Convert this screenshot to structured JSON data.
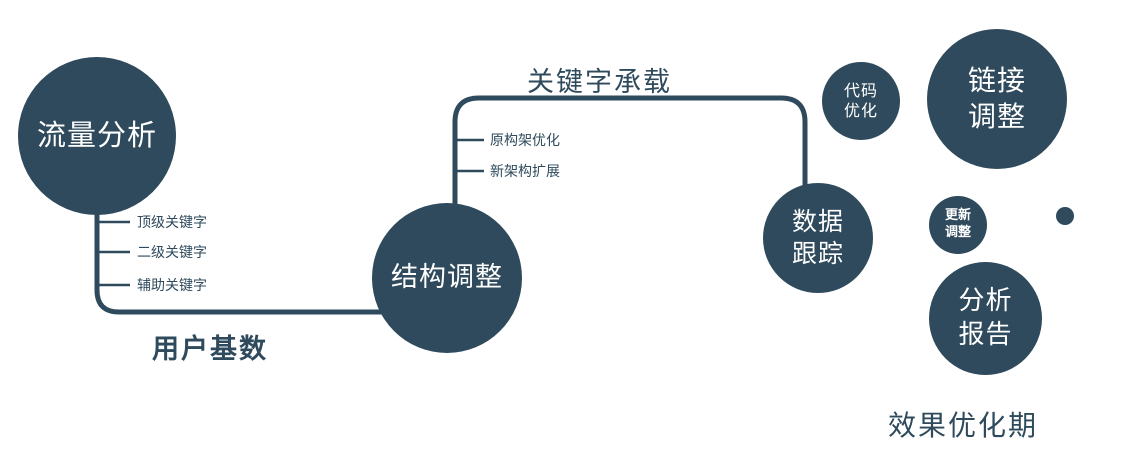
{
  "colors": {
    "primary": "#2e4a5c",
    "node_text": "#ffffff",
    "background": "#ffffff"
  },
  "nodes": {
    "traffic_analysis": {
      "label": "流量分析"
    },
    "structure_adjust": {
      "label": "结构调整"
    },
    "data_tracking": {
      "line1": "数据",
      "line2": "跟踪"
    },
    "code_optimization": {
      "line1": "代码",
      "line2": "优化"
    },
    "link_adjustment": {
      "line1": "链接",
      "line2": "调整"
    },
    "update_adjustment": {
      "line1": "更新",
      "line2": "调整"
    },
    "analysis_report": {
      "line1": "分析",
      "line2": "报告"
    }
  },
  "edge_labels": {
    "user_base": "用户基数",
    "keyword_carrying": "关键字承载"
  },
  "branches": {
    "traffic_keywords": [
      "顶级关键字",
      "二级关键字",
      "辅助关键字"
    ],
    "structure_items": [
      "原构架优化",
      "新架构扩展"
    ]
  },
  "caption": "效果优化期"
}
